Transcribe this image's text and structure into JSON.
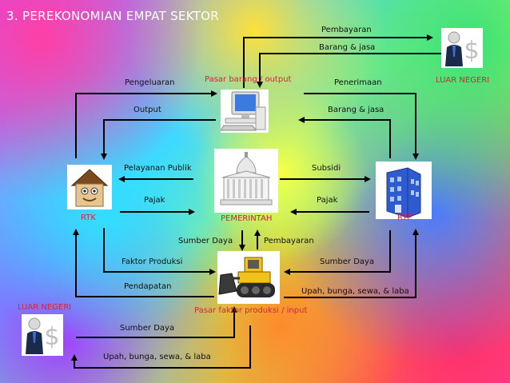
{
  "title": "3. PEREKONOMIAN EMPAT SEKTOR",
  "labels": {
    "pembayaran_top": "Pembayaran",
    "barang_jasa_top": "Barang & jasa",
    "luar_negeri_right": "LUAR NEGERI",
    "pasar_barang": "Pasar barang / output",
    "pengeluaran": "Pengeluaran",
    "penerimaan": "Penerimaan",
    "output": "Output",
    "barang_jasa_mid": "Barang & jasa",
    "pelayanan_publik": "Pelayanan Publik",
    "subsidi": "Subsidi",
    "pajak_left": "Pajak",
    "pajak_right": "Pajak",
    "rtk": "RTK",
    "pemerintah": "PEMERINTAH",
    "rtp": "RTP",
    "sumber_daya_mid": "Sumber Daya",
    "pembayaran_mid": "Pembayaran",
    "faktor_produksi": "Faktor Produksi",
    "sumber_daya_right": "Sumber Daya",
    "pendapatan": "Pendapatan",
    "upah_right": "Upah, bunga, sewa, & laba",
    "luar_negeri_left": "LUAR NEGERI",
    "pasar_faktor": "Pasar faktor produksi / input",
    "sumber_daya_bottom": "Sumber Daya",
    "upah_bottom": "Upah, bunga, sewa, & laba"
  },
  "icons": {
    "rtk": "house-icon",
    "rtp": "office-building-icon",
    "pemerintah": "government-building-icon",
    "pasar_barang": "computer-icon",
    "pasar_faktor": "bulldozer-icon",
    "luar_negeri": "businessman-dollar-icon"
  },
  "colors": {
    "arrow": "#000000",
    "label_red": "#d8233b",
    "title": "#ffffff"
  }
}
